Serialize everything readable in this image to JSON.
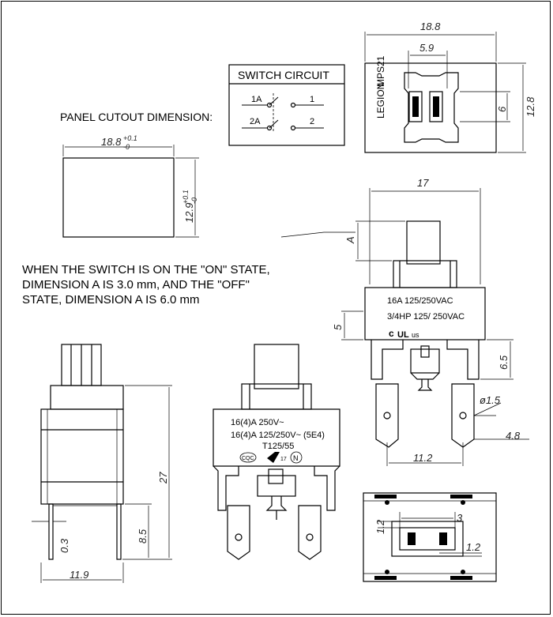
{
  "panel_cutout": {
    "title": "PANEL CUTOUT DIMENSION:",
    "width": "18.8",
    "width_tol_plus": "+0.1",
    "width_tol_minus": "-0",
    "height": "12.9",
    "height_tol_plus": "+0.1",
    "height_tol_minus": "-0"
  },
  "switch_circuit": {
    "title": "SWITCH CIRCUIT",
    "terminals": [
      "1A",
      "1",
      "2A",
      "2"
    ]
  },
  "top_view": {
    "brand": "LEGION",
    "model": "MPS21",
    "width": "18.8",
    "inner_width": "5.9",
    "height": "12.8",
    "inner_height": "6"
  },
  "note": {
    "lines": [
      "WHEN THE SWITCH IS ON THE \"ON\" STATE,",
      "DIMENSION A IS 3.0 mm, AND THE \"OFF\"",
      " STATE, DIMENSION A IS 6.0 mm"
    ]
  },
  "front_view_right": {
    "width": "17",
    "dim_a": "A",
    "dim_5": "5",
    "dim_6_5": "6.5",
    "hole": "ø1.5",
    "dim_4_8": "4.8",
    "pitch": "11.2",
    "rating_1": "16A 125/250VAC",
    "rating_2": "3/4HP 125/ 250VAC",
    "cert_c": "c",
    "cert_ul": "UL",
    "cert_us": "us"
  },
  "side_view": {
    "height": "27",
    "pin_length": "8.5",
    "pin_thickness": "0.3",
    "width": "11.9"
  },
  "front_view_center": {
    "rating_1": "16(4)A 250V~",
    "rating_2": "16(4)A 125/250V~ (5E4)",
    "rating_3": "T125/55",
    "cert_cqc": "CQC",
    "cert_17": "17",
    "cert_n": "N"
  },
  "bottom_view": {
    "dim_3": "3",
    "dim_1_2a": "1.2",
    "dim_1_2b": "1.2"
  }
}
